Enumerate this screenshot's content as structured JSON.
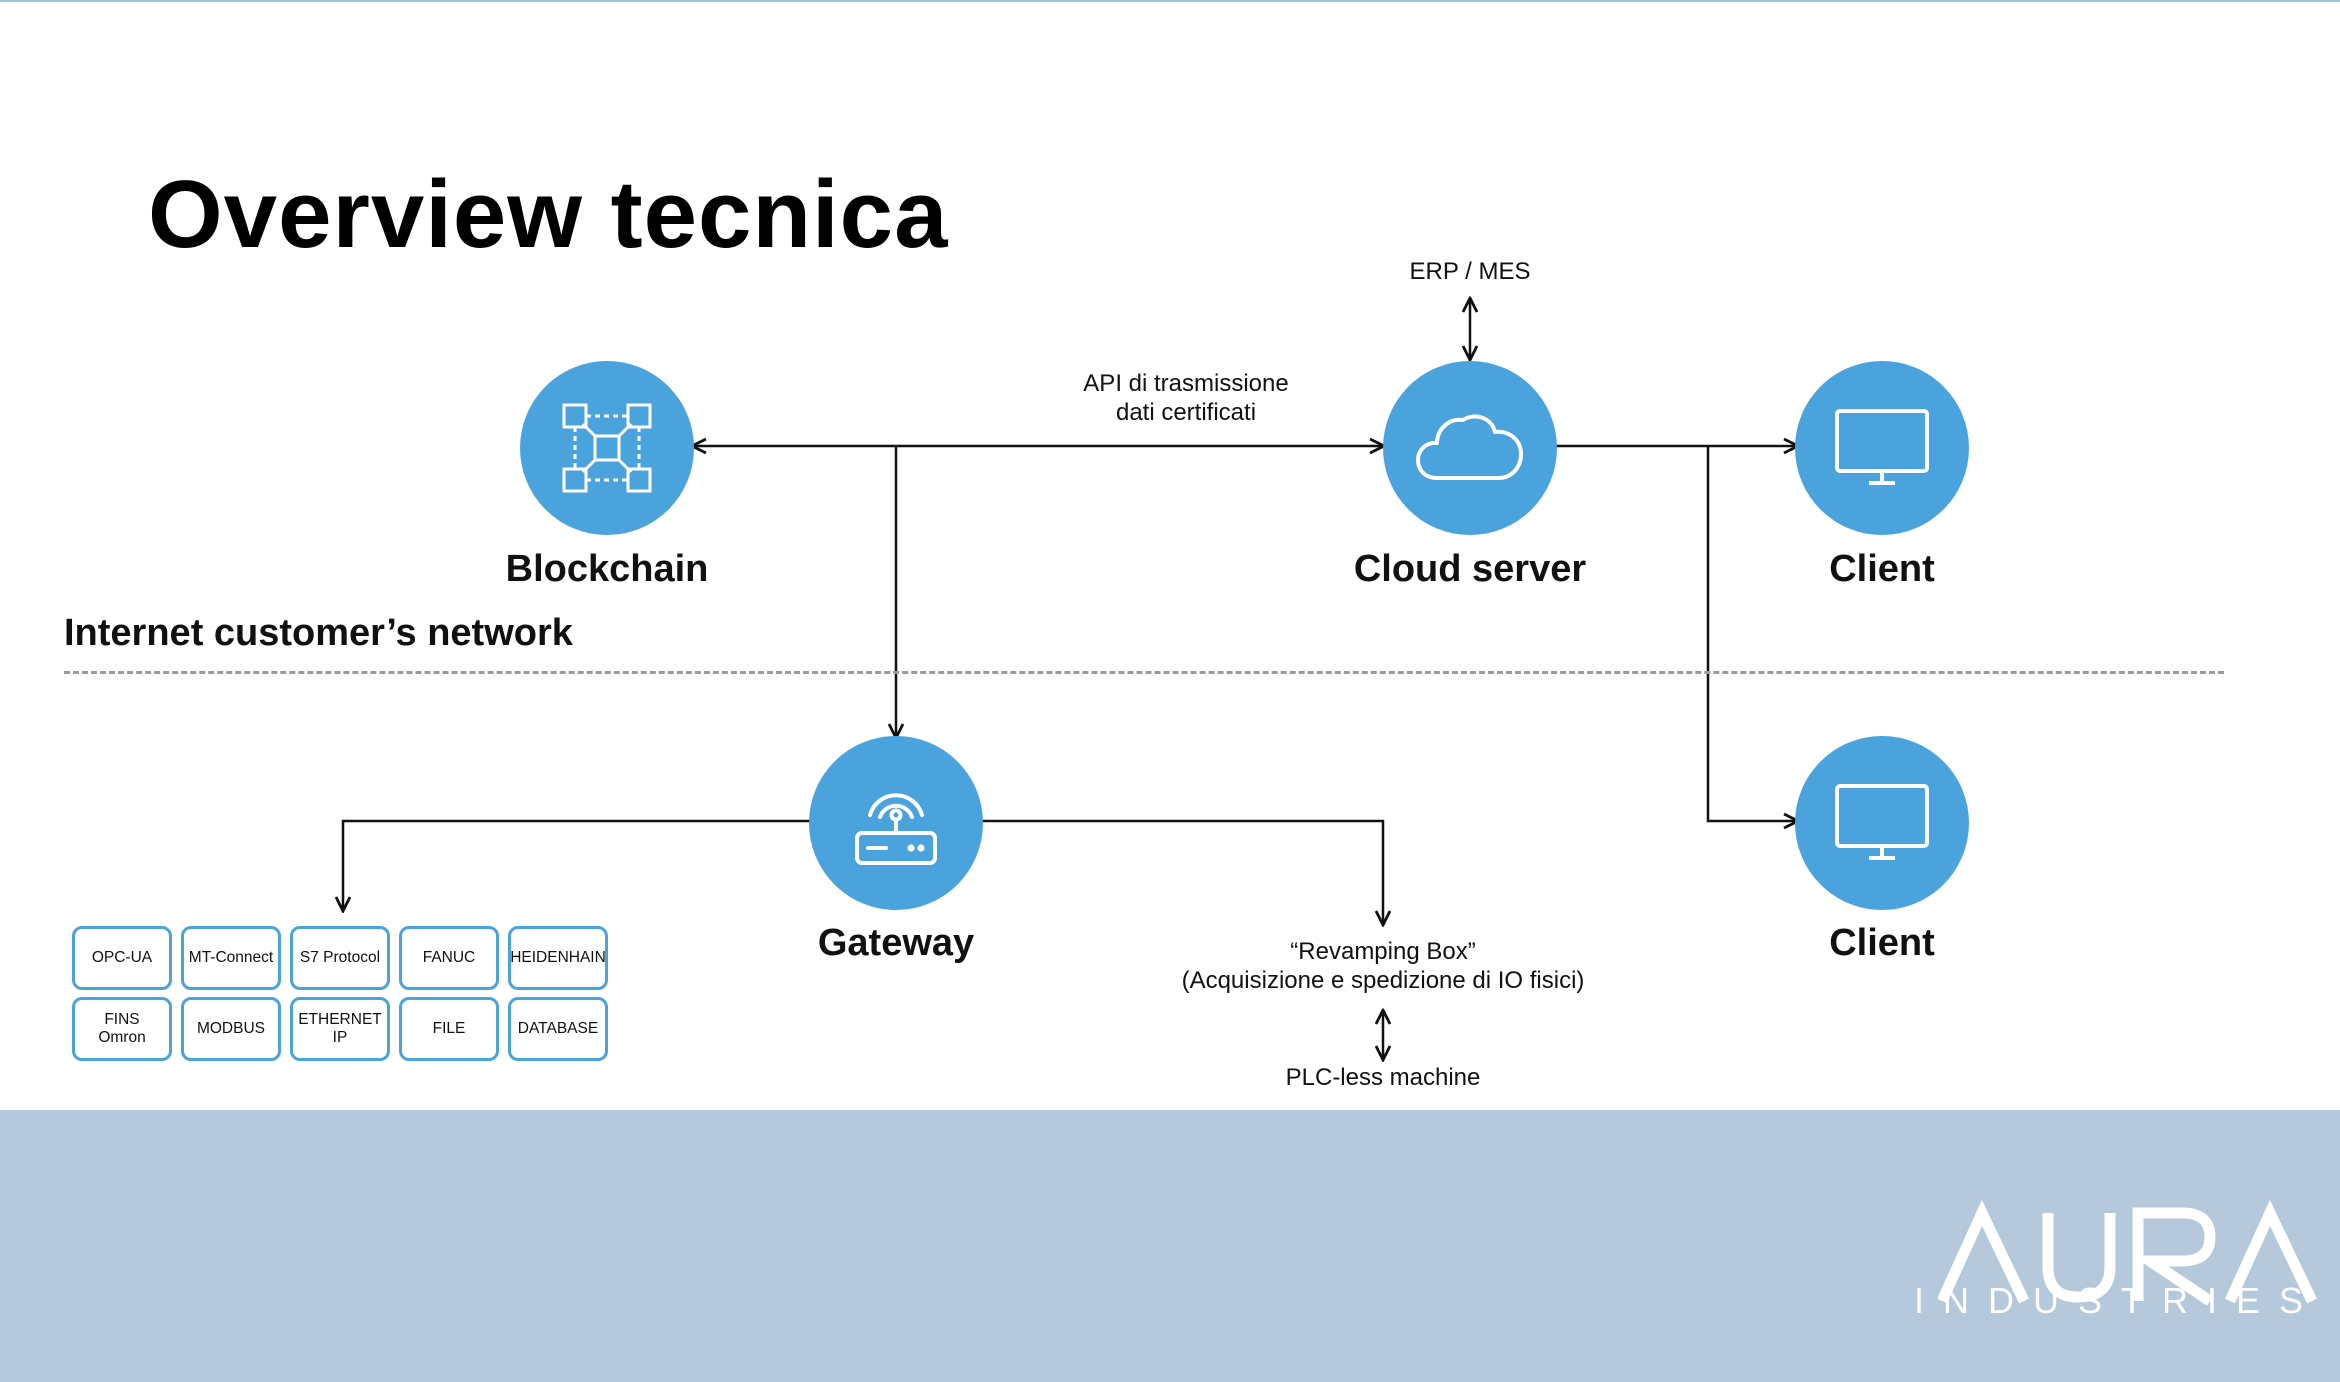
{
  "title": "Overview tecnica",
  "nodes": {
    "blockchain": "Blockchain",
    "cloud_server": "Cloud server",
    "client_1": "Client",
    "client_2": "Client",
    "gateway": "Gateway"
  },
  "network_label": "Internet customer’s network",
  "annotations": {
    "erp_mes": "ERP / MES",
    "api_line_1": "API di trasmissione",
    "api_line_2": "dati certificati",
    "revamping_line_1": "“Revamping Box”",
    "revamping_line_2": "(Acquisizione e spedizione di IO fisici)",
    "plc_less": "PLC-less machine"
  },
  "protocols": [
    "OPC-UA",
    "MT-Connect",
    "S7 Protocol",
    "FANUC",
    "HEIDENHAIN",
    "FINS Omron",
    "MODBUS",
    "ETHERNET IP",
    "FILE",
    "DATABASE"
  ],
  "logo": {
    "main": "AURA",
    "sub": "INDUSTRIES"
  },
  "colors": {
    "accent": "#4ba3dd",
    "footer": "#b6c8dc"
  },
  "icons": {
    "blockchain": "blockchain-network-icon",
    "cloud_server": "cloud-icon",
    "client": "monitor-icon",
    "gateway": "router-wifi-icon"
  }
}
